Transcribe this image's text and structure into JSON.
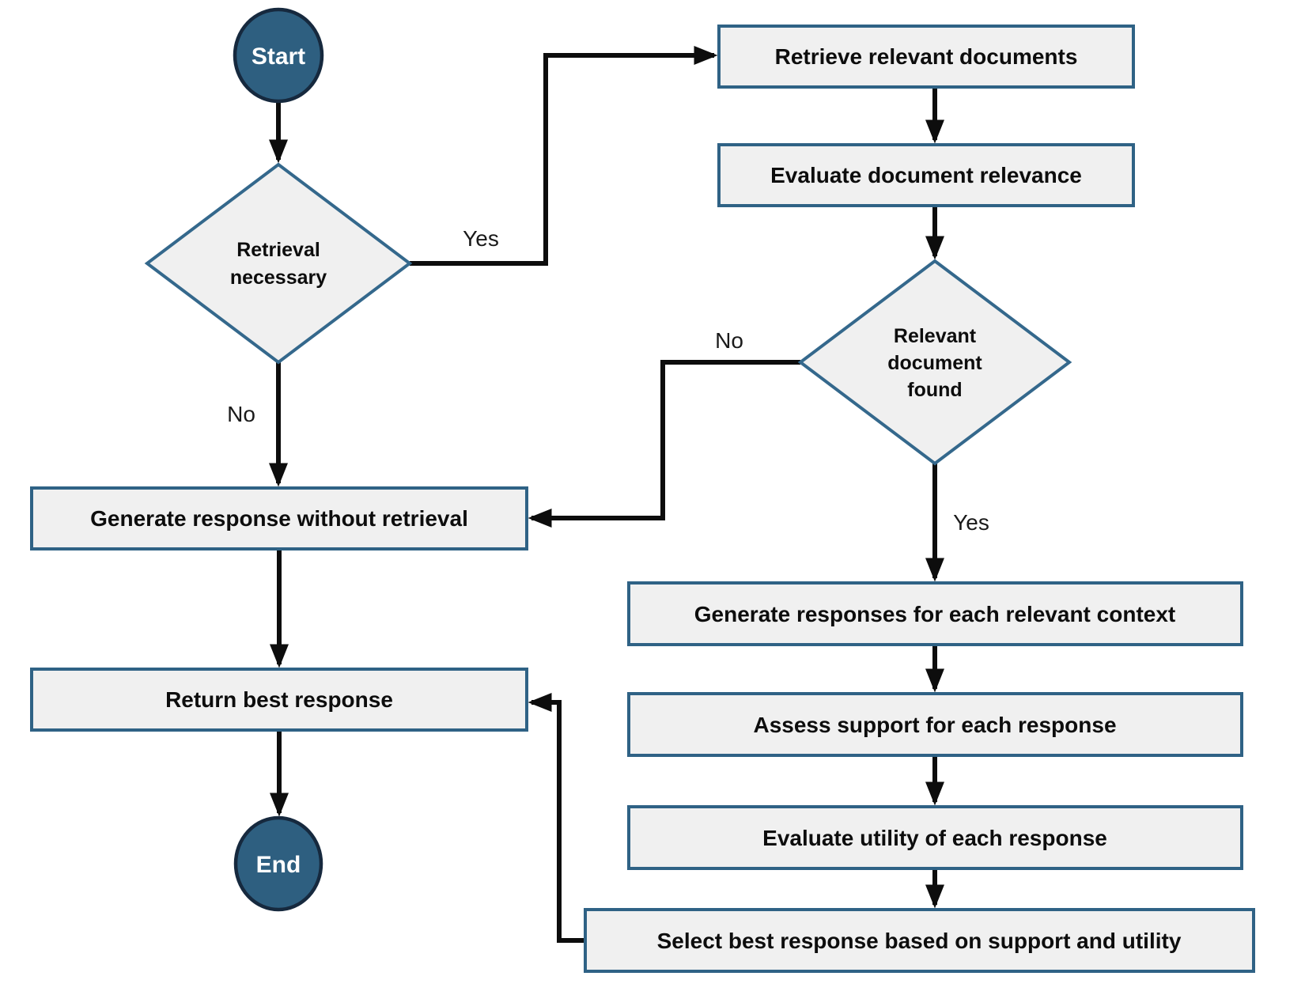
{
  "diagram": {
    "type": "flowchart",
    "colors": {
      "background": "#ffffff",
      "process_fill": "#f0f0f0",
      "process_border": "#2f6285",
      "decision_fill": "#f0f0f0",
      "decision_border": "#34688c",
      "terminal_fill": "#2e5f80",
      "terminal_border": "#16293e",
      "connector": "#0d0d0d",
      "text": "#0d0d0d"
    },
    "nodes": {
      "start": {
        "type": "terminal",
        "label": "Start"
      },
      "retrieval_necessary": {
        "type": "decision",
        "lines": [
          "Retrieval",
          "necessary"
        ]
      },
      "retrieve_documents": {
        "type": "process",
        "label": "Retrieve relevant documents"
      },
      "evaluate_relevance": {
        "type": "process",
        "label": "Evaluate document relevance"
      },
      "relevant_found": {
        "type": "decision",
        "lines": [
          "Relevant",
          "document",
          "found"
        ]
      },
      "generate_without_retrieval": {
        "type": "process",
        "label": "Generate response without retrieval"
      },
      "generate_each_context": {
        "type": "process",
        "label": "Generate responses for each relevant context"
      },
      "assess_support": {
        "type": "process",
        "label": "Assess support for each response"
      },
      "evaluate_utility": {
        "type": "process",
        "label": "Evaluate utility of each response"
      },
      "select_best": {
        "type": "process",
        "label": "Select best response based on support and utility"
      },
      "return_best": {
        "type": "process",
        "label": "Return best response"
      },
      "end": {
        "type": "terminal",
        "label": "End"
      }
    },
    "edges": [
      {
        "from": "start",
        "to": "retrieval_necessary",
        "label": ""
      },
      {
        "from": "retrieval_necessary",
        "to": "retrieve_documents",
        "label": "Yes"
      },
      {
        "from": "retrieval_necessary",
        "to": "generate_without_retrieval",
        "label": "No"
      },
      {
        "from": "retrieve_documents",
        "to": "evaluate_relevance",
        "label": ""
      },
      {
        "from": "evaluate_relevance",
        "to": "relevant_found",
        "label": ""
      },
      {
        "from": "relevant_found",
        "to": "generate_without_retrieval",
        "label": "No"
      },
      {
        "from": "relevant_found",
        "to": "generate_each_context",
        "label": "Yes"
      },
      {
        "from": "generate_each_context",
        "to": "assess_support",
        "label": ""
      },
      {
        "from": "assess_support",
        "to": "evaluate_utility",
        "label": ""
      },
      {
        "from": "evaluate_utility",
        "to": "select_best",
        "label": ""
      },
      {
        "from": "select_best",
        "to": "return_best",
        "label": ""
      },
      {
        "from": "generate_without_retrieval",
        "to": "return_best",
        "label": ""
      },
      {
        "from": "return_best",
        "to": "end",
        "label": ""
      }
    ]
  }
}
